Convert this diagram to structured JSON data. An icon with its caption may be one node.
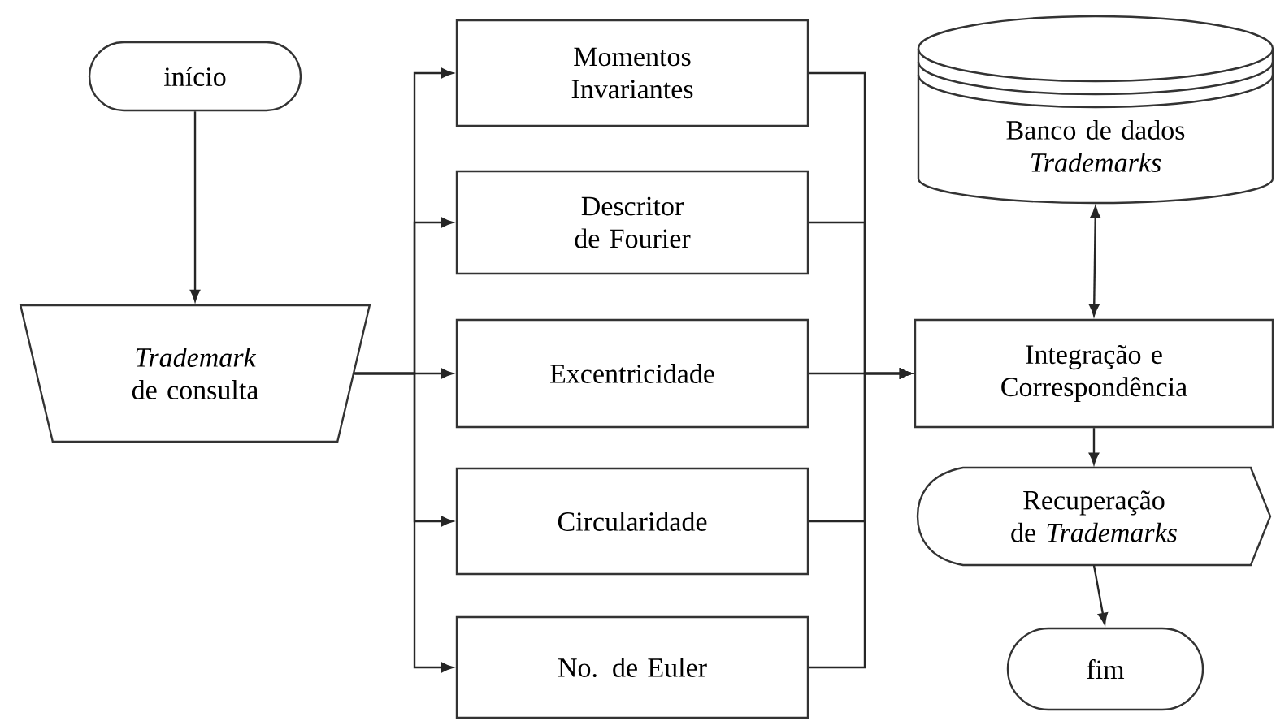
{
  "diagram": {
    "nodes": [
      {
        "text": [
          "início"
        ]
      },
      {
        "text": [
          "*Trademark* de consulta"
        ]
      },
      {
        "text": [
          "Momentos Invariantes"
        ]
      },
      {
        "text": [
          "Descritor de Fourier"
        ]
      },
      {
        "text": [
          "Excentricidade"
        ]
      },
      {
        "text": [
          "Circularidade"
        ]
      },
      {
        "text": [
          "No. de Euler"
        ]
      },
      {
        "text": [
          "Banco de dados *Trademarks*"
        ]
      },
      {
        "text": [
          "Integração e Correspondência"
        ]
      },
      {
        "text": [
          "Recuperação de *Trademarks*"
        ]
      },
      {
        "text": [
          "fim"
        ]
      }
    ],
    "edges": [
      {
        "from": 0,
        "to": 1,
        "arrow": "to"
      },
      {
        "from": 1,
        "to": 2,
        "arrow": "to"
      },
      {
        "from": 1,
        "to": 3,
        "arrow": "to"
      },
      {
        "from": 1,
        "to": 4,
        "arrow": "to"
      },
      {
        "from": 1,
        "to": 5,
        "arrow": "to"
      },
      {
        "from": 1,
        "to": 6,
        "arrow": "to"
      },
      {
        "from": 2,
        "to": 8,
        "arrow": "to"
      },
      {
        "from": 3,
        "to": 8,
        "arrow": "to"
      },
      {
        "from": 4,
        "to": 8,
        "arrow": "to"
      },
      {
        "from": 5,
        "to": 8,
        "arrow": "to"
      },
      {
        "from": 6,
        "to": 8,
        "arrow": "to"
      },
      {
        "from": 7,
        "to": 8,
        "arrow": "both"
      },
      {
        "from": 8,
        "to": 9,
        "arrow": "to"
      },
      {
        "from": 9,
        "to": 10,
        "arrow": "to"
      }
    ]
  }
}
